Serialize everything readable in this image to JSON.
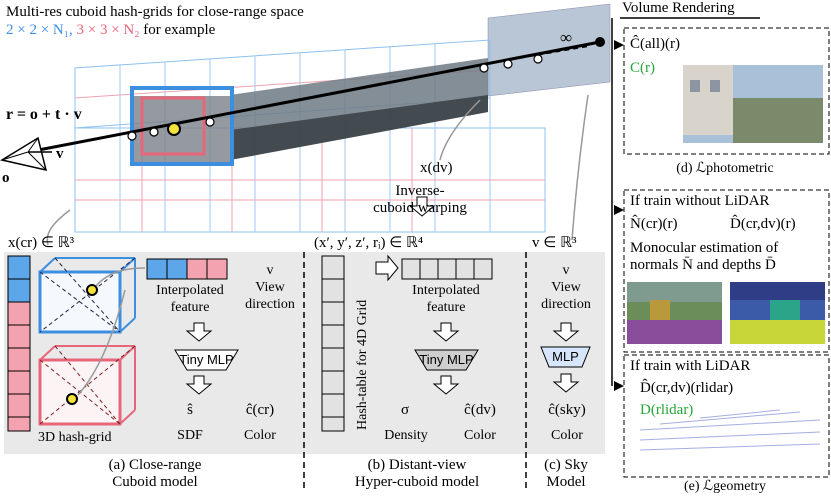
{
  "header": {
    "title": "Multi-res cuboid hash-grids for close-range space",
    "example_blue": "2 × 2 × N₁,",
    "example_pink": "3 × 3 × N₂",
    "example_suffix": "for example"
  },
  "scene": {
    "ray_eq": "r = o + t · v",
    "origin": "o",
    "view": "v",
    "infinity": "∞",
    "x_dv": "x(dv)",
    "warp": "Inverse-\ncuboid warping"
  },
  "panel_a": {
    "input": "x(cr) ∈ ℝ³",
    "interp": "Interpolated\nfeature",
    "viewdir": "v\nView\ndirection",
    "mlp": "Tiny MLP",
    "out1_sym": "ŝ",
    "out1": "SDF",
    "out2_sym": "ĉ(cr)",
    "out2": "Color",
    "grid_label": "3D hash-grid",
    "caption": "(a)  Close-range\nCuboid model"
  },
  "panel_b": {
    "input": "(x′, y′, z′, rᵢ) ∈ ℝ⁴",
    "vertical": "Hash-table for 4D Grid",
    "interp": "Interpolated\nfeature",
    "mlp": "Tiny MLP",
    "out1_sym": "σ",
    "out1": "Density",
    "out2_sym": "ĉ(dv)",
    "out2": "Color",
    "caption": "(b) Distant-view\nHyper-cuboid model"
  },
  "panel_c": {
    "input": "v ∈ ℝ³",
    "viewdir": "v\nView\ndirection",
    "mlp": "MLP",
    "out_sym": "ĉ(sky)",
    "out": "Color",
    "caption": "(c) Sky\nModel"
  },
  "panel_d": {
    "header": "Volume Rendering",
    "c_all": "Ĉ(all)(r)",
    "c_gt": "C(r)",
    "caption": "(d) ℒphotometric"
  },
  "panel_e": {
    "no_lidar": "If train without LiDAR",
    "n_cr": "N̂(cr)(r)",
    "d_crdv": "D̂(cr,dv)(r)",
    "mono": "Monocular estimation of\nnormals N̄ and depths D̄",
    "with_lidar": "If train with LiDAR",
    "d_lidar": "D̂(cr,dv)(rlidar)",
    "d_gt": "D(rlidar)",
    "caption": "(e) ℒgeometry"
  },
  "colors": {
    "blue": "#3c8fe0",
    "pink": "#e8667a",
    "green": "#26a63a",
    "panel_bg": "#e9e9e9",
    "mlp_blue": "#d7e6fb"
  }
}
